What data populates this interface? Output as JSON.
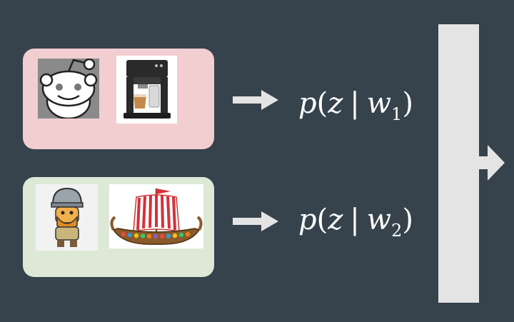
{
  "groups": [
    {
      "name": "word-1-images",
      "background": "#f2ced0",
      "images": [
        "reddit-alien",
        "espresso-machine"
      ]
    },
    {
      "name": "word-2-images",
      "background": "#dde8d6",
      "images": [
        "viking-character",
        "viking-longship"
      ]
    }
  ],
  "formulas": [
    {
      "func": "p",
      "var": "z",
      "sep": "|",
      "word": "w",
      "subscript": "1"
    },
    {
      "func": "p",
      "var": "z",
      "sep": "|",
      "word": "w",
      "subscript": "2"
    }
  ],
  "colors": {
    "background": "#36434d",
    "bar": "#e4e4e4",
    "arrow": "#e4e4e4",
    "text": "#ffffff"
  },
  "icons": [
    "right-arrow-icon",
    "big-right-arrow-icon"
  ]
}
